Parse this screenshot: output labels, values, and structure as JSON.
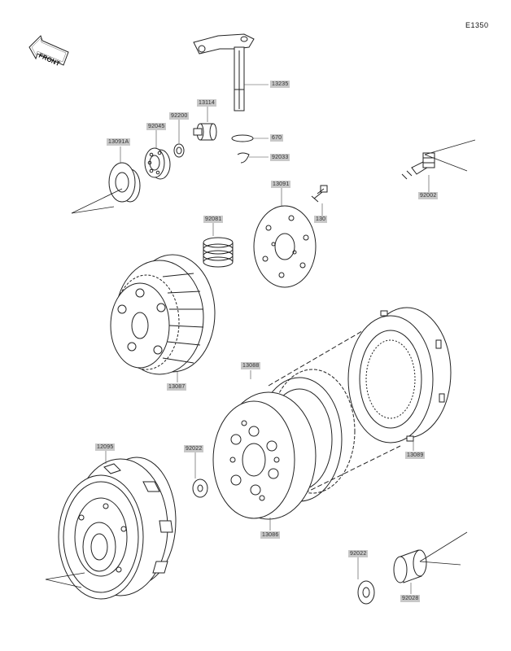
{
  "diagram_code": "E1350",
  "front_label": "FRONT",
  "colors": {
    "line": "#222222",
    "label_bg": "#c8c8c8",
    "hatch": "#555555"
  },
  "parts": [
    {
      "id": "p13235",
      "label": "13235"
    },
    {
      "id": "p92200",
      "label": "92200"
    },
    {
      "id": "p13114",
      "label": "13114"
    },
    {
      "id": "p92045",
      "label": "92045"
    },
    {
      "id": "p13091a",
      "label": "13091A"
    },
    {
      "id": "p670",
      "label": "670"
    },
    {
      "id": "p92033",
      "label": "92033"
    },
    {
      "id": "p13091",
      "label": "13091"
    },
    {
      "id": "p92002",
      "label": "92002"
    },
    {
      "id": "p130",
      "label": "130"
    },
    {
      "id": "p92081",
      "label": "92081"
    },
    {
      "id": "p13087",
      "label": "13087"
    },
    {
      "id": "p13088",
      "label": "13088"
    },
    {
      "id": "p13089",
      "label": "13089"
    },
    {
      "id": "p12095",
      "label": "12095"
    },
    {
      "id": "p92022a",
      "label": "92022"
    },
    {
      "id": "p13086",
      "label": "13086"
    },
    {
      "id": "p92022b",
      "label": "92022"
    },
    {
      "id": "p92028",
      "label": "92028"
    }
  ]
}
